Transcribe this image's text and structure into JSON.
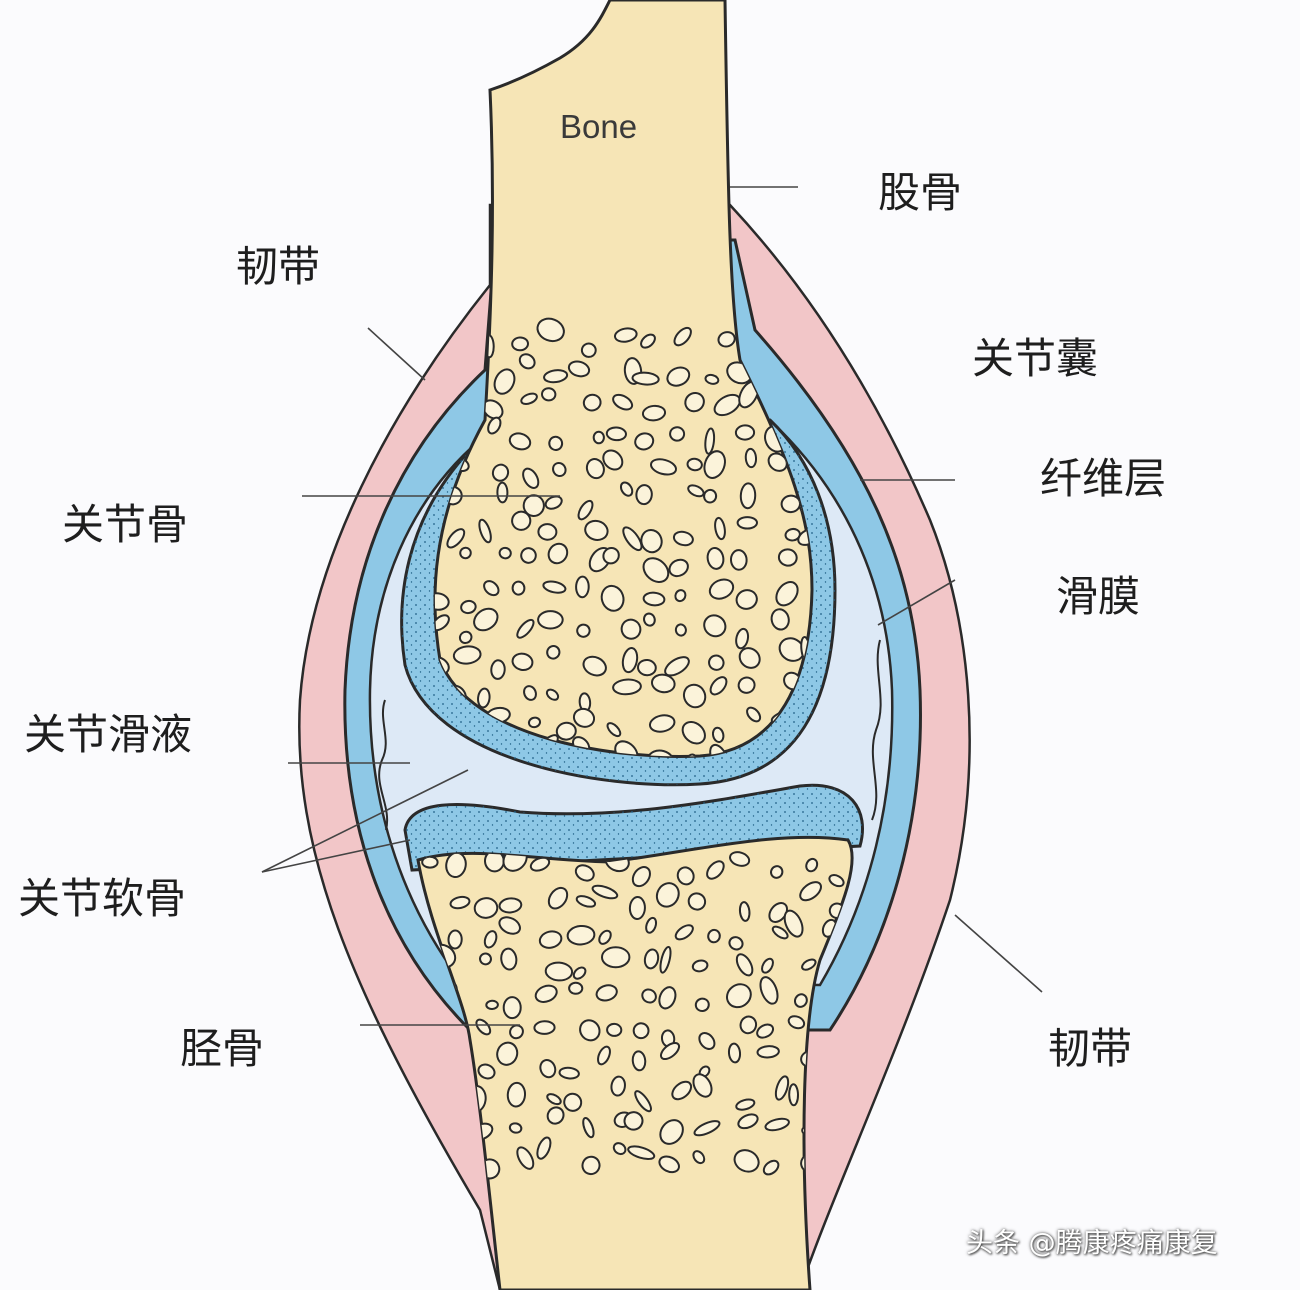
{
  "bone_label": "Bone",
  "labels": {
    "femur": "股骨",
    "ligament_upper": "韧带",
    "joint_capsule": "关节囊",
    "fibrous_layer": "纤维层",
    "articular_bone": "关节骨",
    "synovial_membrane": "滑膜",
    "synovial_fluid": "关节滑液",
    "articular_cartilage": "关节软骨",
    "tibia": "胫骨",
    "ligament_lower": "韧带"
  },
  "watermark": "头条 @腾康疼痛康复",
  "colors": {
    "background": "#fbfbfd",
    "bone": "#f6e5b6",
    "ligament": "#f2c6c8",
    "synovium_blue": "#8ec8e6",
    "synovial_fluid": "#dde9f6",
    "outline": "#2a2a2a"
  }
}
